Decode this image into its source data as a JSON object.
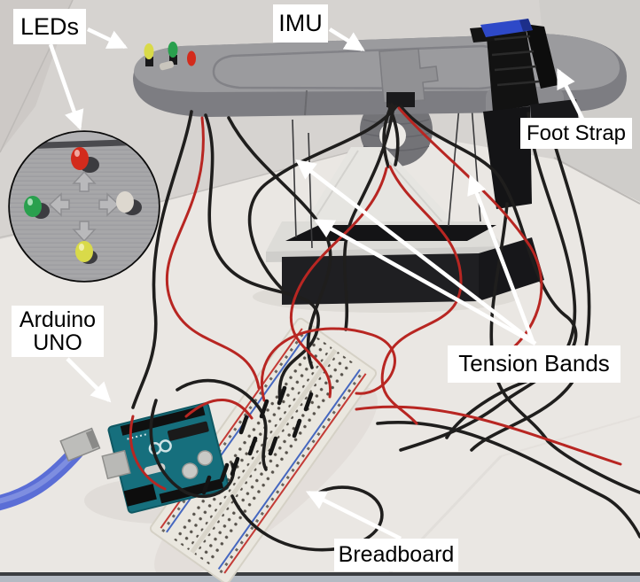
{
  "figure": {
    "kind": "annotated-photograph",
    "subject": "3D-printed ankle balance-board prototype wired to an Arduino UNO and breadboard",
    "labels": {
      "leds": "LEDs",
      "imu": "IMU",
      "foot_strap": "Foot Strap",
      "arduino_line1": "Arduino",
      "arduino_line2": "UNO",
      "tension_bands": "Tension Bands",
      "breadboard": "Breadboard"
    },
    "annotation_style": {
      "label_background": "#ffffff",
      "label_text_color": "#000000",
      "arrow_color": "#ffffff"
    },
    "colors": {
      "wall": "#d6d3d0",
      "table": "#eae7e3",
      "board_gray": "#9b9b9e",
      "board_front_gray": "#7d7d82",
      "pivot_gray": "#737377",
      "pedestal_white": "#e6e5e1",
      "base_black": "#1f1f22",
      "strap_black": "#141414",
      "strap_clip_blue": "#2e49c8",
      "arduino_teal": "#166f7d",
      "usb_cable_blue": "#5b6ed6",
      "breadboard_cream": "#eae7df",
      "wire_black": "#1f1e1d",
      "wire_red": "#b82622"
    },
    "inset_leds": [
      {
        "position": "top",
        "color": "#d32b1c",
        "name": "red-led"
      },
      {
        "position": "left",
        "color": "#2aa04e",
        "name": "green-led"
      },
      {
        "position": "right",
        "color": "#ddd8cf",
        "name": "white-led"
      },
      {
        "position": "bottom",
        "color": "#d9da49",
        "name": "yellow-led"
      }
    ],
    "board_leds": [
      "yellow",
      "green",
      "red",
      "white"
    ]
  }
}
